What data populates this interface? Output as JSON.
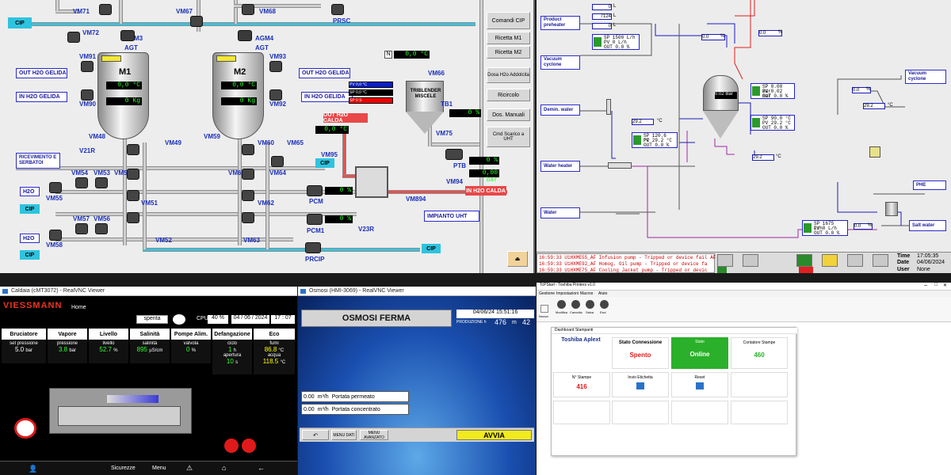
{
  "scada": {
    "vm71": "VM71",
    "vm67": "VM67",
    "vm68": "VM68",
    "vm72": "VM72",
    "prsc": "PRSC",
    "agm3": "AGM3",
    "agt3": "AGT",
    "agm4": "AGM4",
    "agt4": "AGT",
    "m1": "M1",
    "m2": "M2",
    "vm91": "VM91",
    "vm93": "VM93",
    "vm90": "VM90",
    "vm92": "VM92",
    "out_h2o_gelida": "OUT H2O GELIDA",
    "in_h2o_gelida": "IN H2O GELIDA",
    "m1_temp": "0,0 °C",
    "m1_kg": "0 Kg",
    "m2_temp": "0,0 °C",
    "m2_kg": "0 Kg",
    "vm48": "VM48",
    "vm49": "VM49",
    "vm59": "VM59",
    "vm60": "VM60",
    "vm65": "VM65",
    "vm95": "VM95",
    "vm66": "VM66",
    "ricevimento": "RICEVIMENTO E SERBATOI",
    "v21r": "V21R",
    "vm54": "VM54",
    "vm53": "VM53",
    "vm50": "VM50",
    "vm61": "VM61",
    "vm64": "VM64",
    "h2o": "H2O",
    "cip": "CIP",
    "vm55": "VM55",
    "vm51": "VM51",
    "vm62": "VM62",
    "pcm": "PCM",
    "vm57": "VM57",
    "vm56": "VM56",
    "pcm1": "PCM1",
    "v23r": "V23R",
    "impianto_uht": "IMPIANTO UHT",
    "vm58": "VM58",
    "vm52": "VM52",
    "vm63": "VM63",
    "prcip": "PRCIP",
    "n_label": "N",
    "n_temp": "0,0 °C",
    "pv_pct": "PV 0,0 °C",
    "sp_pct": "SP 0,0 °C",
    "sp_s": "SP 0 S",
    "triblender": "TRIBLENDER MISCELE",
    "tb1": "TB1",
    "tb1_pct": "0 %",
    "out_h2o_calda": "OUT H2O CALDA",
    "in_h2o_calda": "IN H2O CALDA",
    "out_calda_temp": "0,0 °C",
    "vm75": "VM75",
    "ptb": "PTB",
    "ptb_pct": "0 %",
    "ptb_bar": "0,00 bar",
    "vm94": "VM94",
    "vm894": "VM894",
    "pcm_pct": "0 %",
    "pcm1_pct": "0 %",
    "btn_comandi_cip": "Comandi CIP",
    "btn_ricetta_m1": "Ricetta M1",
    "btn_ricetta_m2": "Ricetta M2",
    "btn_dosa": "Dosa H2o Addolcita",
    "btn_ricircolo": "Ricircolo",
    "btn_dos_manuali": "Dos. Manuali",
    "btn_cmd_scarico": "Cmd Scarico a UHT"
  },
  "uht": {
    "product_preheater": "Product preheater",
    "vacuum_cyclone": "Vacuum cyclone",
    "demin_water": "Demin. water",
    "water_heater": "Water heater",
    "water": "Water",
    "vacuum_cyclone2": "Vacuum cyclone",
    "phe": "PHE",
    "salt_water": "Salt water",
    "v_tl": "0",
    "unit_tl": "L",
    "v_7124": "7124",
    "unit_7124": "L",
    "v_tl3": "0",
    "unit_tl3": "L",
    "pid1_sp": "SP  1500  L/h",
    "pid1_pv": "PV    0   L/h",
    "pid1_out": "OUT 0.0   %",
    "v_00a": "0.0",
    "v_00b": "0.0",
    "pct": "%",
    "pid2_sp": "SP   0.00  Bar",
    "pid2_pv": "PV   0.02  Bar",
    "pid2_out": "OUT 0.0   %",
    "v_002": "0.02",
    "unit_bar": "Bar",
    "pid3_sp": "SP  90.0   °C",
    "pid3_pv": "PV  29.2   °C",
    "pid3_out": "OUT 0.0   %",
    "pid4_sp": "SP 120.6  °C",
    "pid4_pv": "PV  29.2  °C",
    "pid4_out": "OUT 0.0   %",
    "v_292a": "29.2",
    "v_292b": "29.2",
    "v_292c": "29.2",
    "unit_c": "°C",
    "v_00c": "0.0",
    "v_00d": "0.0",
    "pid5_sp": "SP  1675  L/h",
    "pid5_pv": "PV    0   L/h",
    "pid5_out": "OUT 0.0   %",
    "alarm1_time": "16:59:33",
    "alarm1_tag": "U1HXME55_AF",
    "alarm1_msg": "Infusion pump - Tripped or device fail AF",
    "alarm2_time": "16:59:33",
    "alarm2_tag": "U1HXME92_AF",
    "alarm2_msg": "Homog. Oil pump - Tripped or device fa",
    "alarm3_time": "16:59:33",
    "alarm3_tag": "U1HXME75_AF",
    "alarm3_msg": "Cooling Jacket pump - Tripped or devic",
    "time_label": "Time",
    "time_value": "17:05:35",
    "date_label": "Date",
    "date_value": "04/06/2024",
    "user_label": "User",
    "user_value": "None"
  },
  "caldaia": {
    "title": "Caldaia (cMT3072) - RealVNC Viewer",
    "brand": "VIESSMANN",
    "home": "Home",
    "status": "spenta",
    "cpu_label": "CPU",
    "cpu_value": "40",
    "cpu_unit": "%",
    "date": "04 / 06 / 2024",
    "time": "17 : 07",
    "h_bruciatore": "Bruciatore",
    "h_vapore": "Vapore",
    "h_livello": "Livello",
    "h_salinita": "Salinità",
    "h_pompe": "Pompe Alim.",
    "h_defang": "Defangazione",
    "h_eco": "Eco",
    "set_pressione": "set pressione",
    "set_pressione_val": "5.0",
    "set_pressione_unit": "bar",
    "pressione": "pressione",
    "pressione_val": "3.8",
    "pressione_unit": "bar",
    "livello": "livello",
    "livello_val": "52.7",
    "livello_unit": "%",
    "salinita": "salinità",
    "salinita_val": "895",
    "salinita_unit": "µS/cm",
    "valvola": "valvola",
    "valvola_val": "0",
    "valvola_unit": "%",
    "ciclo": "ciclo",
    "ciclo_val": "1",
    "ciclo_unit": "h",
    "apertura": "apertura",
    "apertura_val": "10",
    "apertura_unit": "s",
    "fumi": "fumi",
    "fumi_val": "86.8",
    "fumi_unit": "°C",
    "acqua": "acqua",
    "acqua_val": "118.5",
    "acqua_unit": "°C",
    "nav_sicurezze": "Sicurezze",
    "nav_menu": "Menu"
  },
  "osmosi": {
    "title": "Osmosi (HMI-3069) - RealVNC Viewer",
    "state": "OSMOSI FERMA",
    "datetime": "04/06/24 15:51:16",
    "prod_label": "PRODUZIONE h",
    "prod_val1": "476",
    "prod_m": "m",
    "prod_val2": "42",
    "permeato_val": "0.00",
    "permeato_unit": "m³/h",
    "permeato_label": "Portata permeato",
    "concentrato_val": "0.00",
    "concentrato_unit": "m³/h",
    "concentrato_label": "Portata concentrato",
    "btn_menu_dati": "MENU DATI",
    "btn_menu_avanzato": "MENU AVANZATO",
    "btn_avvia": "AVVIA"
  },
  "toshiba": {
    "title": "TcPStart - Toshiba Printers v1.0",
    "menu_items": [
      "Gestione",
      "Impostazioni",
      "Macros",
      "Aiuto"
    ],
    "toolbar": [
      "Nuova",
      "Modifica",
      "Cancella",
      "Salva",
      "Esci"
    ],
    "sub_title": "Dashboard Stampanti",
    "printer_name": "Toshiba Aplext",
    "conn_label": "Stato Connessione",
    "conn_value": "Spento",
    "state_label": "Stato",
    "state_value": "Online",
    "counter_label": "Contatore Stampe",
    "counter_value": "460",
    "n_stampe_label": "N° Stampe",
    "n_stampe_value": "416",
    "invio_label": "Invio Etichetta",
    "reset_label": "Reset"
  }
}
